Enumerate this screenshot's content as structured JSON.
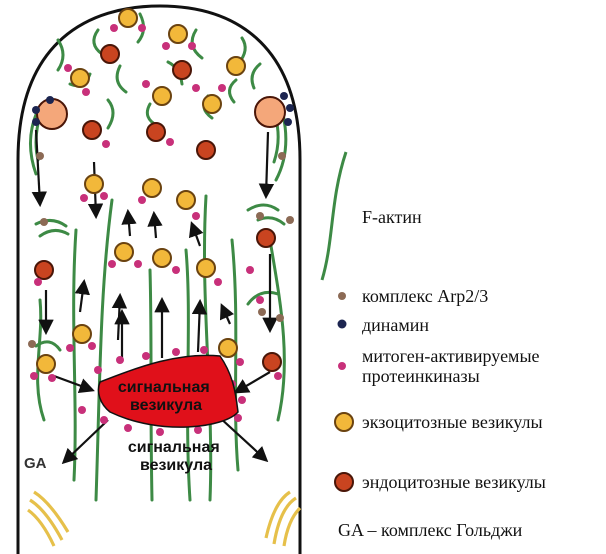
{
  "colors": {
    "actin": "#3d8a45",
    "arp": "#8c6a55",
    "dynamin": "#1c2550",
    "mapk": "#c8307a",
    "exo_fill": "#f2b83a",
    "exo_stroke": "#6b4310",
    "endo_fill": "#c94420",
    "endo_stroke": "#4a1608",
    "signal": "#e0101a",
    "golgi": "#e6c04a",
    "peach": "#f4a77a",
    "outline": "#111111"
  },
  "cell": {
    "signal_vesicle_label": "сигнальная везикула",
    "signal_vesicle_label_below": "сигнальная везикула",
    "golgi_label": "GA"
  },
  "legend": {
    "actin": "F-актин",
    "arp": "комплекс Arp2/3",
    "dynamin": "динамин",
    "mapk_line1": "митоген-активируемые",
    "mapk_line2": "протеинкиназы",
    "exo": "экзоцитозные везикулы",
    "endo": "эндоцитозные везикулы",
    "golgi": "GA – комплекс Гольджи"
  }
}
